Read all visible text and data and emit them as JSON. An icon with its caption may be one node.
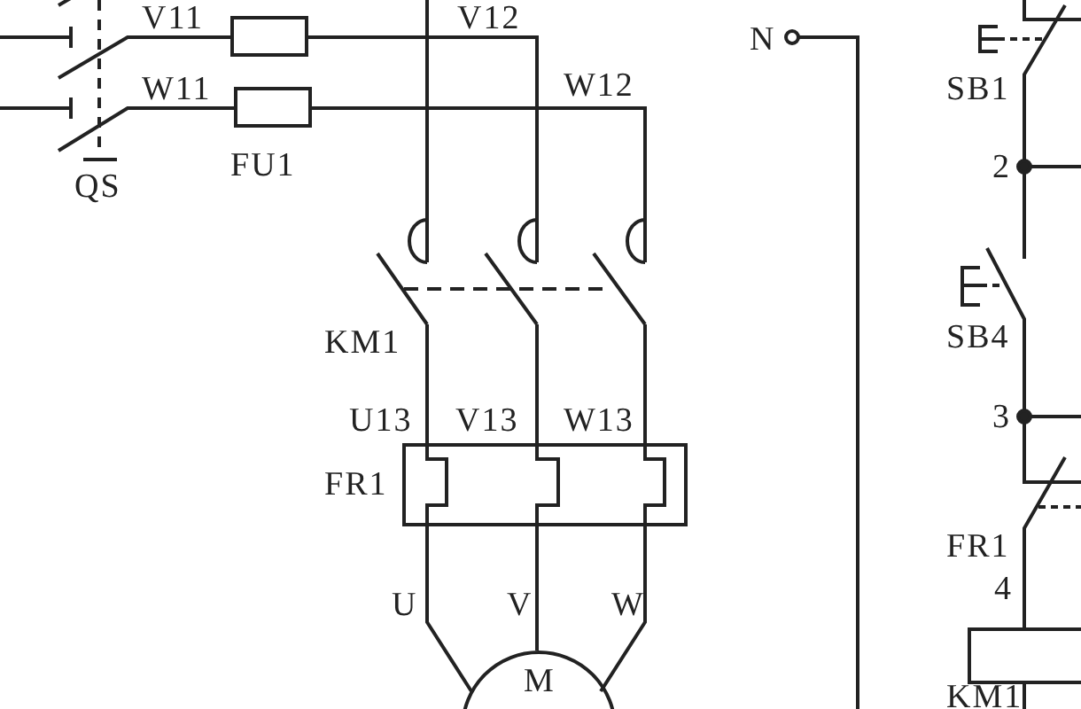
{
  "diagram": {
    "nodes": [
      {
        "text": [
          "M"
        ]
      }
    ],
    "labels": [
      "V11",
      "V12",
      "N",
      "W11",
      "W12",
      "SB1",
      "FU1",
      "2",
      "QS",
      "KM1",
      "SB4",
      "U13",
      "V13",
      "W13",
      "3",
      "FR1",
      "FR1",
      "4",
      "U",
      "V",
      "W",
      "KM1"
    ]
  }
}
